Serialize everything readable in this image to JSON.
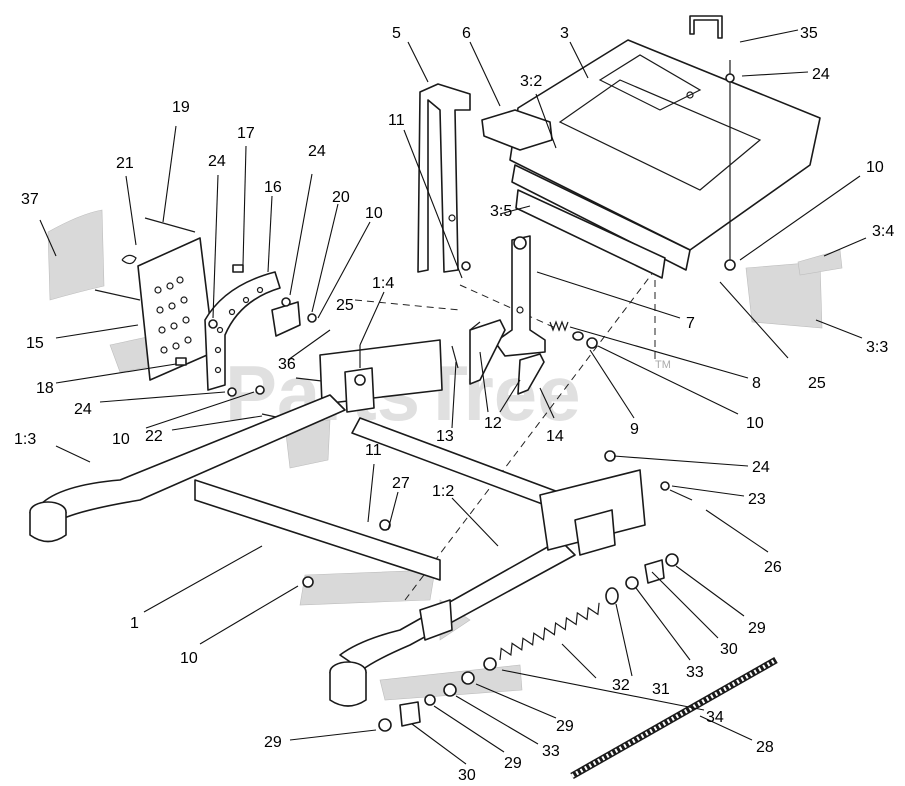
{
  "watermark": {
    "text": "PartsTree",
    "mark": "TM"
  },
  "callouts": [
    {
      "id": "c-5",
      "text": "5"
    },
    {
      "id": "c-6",
      "text": "6"
    },
    {
      "id": "c-3",
      "text": "3"
    },
    {
      "id": "c-35",
      "text": "35"
    },
    {
      "id": "c-24a",
      "text": "24"
    },
    {
      "id": "c-3-2",
      "text": "3:2"
    },
    {
      "id": "c-19",
      "text": "19"
    },
    {
      "id": "c-11a",
      "text": "11"
    },
    {
      "id": "c-17",
      "text": "17"
    },
    {
      "id": "c-21",
      "text": "21"
    },
    {
      "id": "c-24b",
      "text": "24"
    },
    {
      "id": "c-24c",
      "text": "24"
    },
    {
      "id": "c-16",
      "text": "16"
    },
    {
      "id": "c-10a",
      "text": "10"
    },
    {
      "id": "c-37",
      "text": "37"
    },
    {
      "id": "c-20",
      "text": "20"
    },
    {
      "id": "c-3-5",
      "text": "3:5"
    },
    {
      "id": "c-10b",
      "text": "10"
    },
    {
      "id": "c-3-4",
      "text": "3:4"
    },
    {
      "id": "c-1-4",
      "text": "1:4"
    },
    {
      "id": "c-25a",
      "text": "25"
    },
    {
      "id": "c-7",
      "text": "7"
    },
    {
      "id": "c-15",
      "text": "15"
    },
    {
      "id": "c-3-3",
      "text": "3:3"
    },
    {
      "id": "c-36",
      "text": "36"
    },
    {
      "id": "c-18",
      "text": "18"
    },
    {
      "id": "c-8",
      "text": "8"
    },
    {
      "id": "c-25b",
      "text": "25"
    },
    {
      "id": "c-24d",
      "text": "24"
    },
    {
      "id": "c-10c",
      "text": "10"
    },
    {
      "id": "c-10d",
      "text": "10"
    },
    {
      "id": "c-13",
      "text": "13"
    },
    {
      "id": "c-12",
      "text": "12"
    },
    {
      "id": "c-14",
      "text": "14"
    },
    {
      "id": "c-9",
      "text": "9"
    },
    {
      "id": "c-22",
      "text": "22"
    },
    {
      "id": "c-1-3",
      "text": "1:3"
    },
    {
      "id": "c-11b",
      "text": "11"
    },
    {
      "id": "c-24e",
      "text": "24"
    },
    {
      "id": "c-27",
      "text": "27"
    },
    {
      "id": "c-23",
      "text": "23"
    },
    {
      "id": "c-1-2",
      "text": "1:2"
    },
    {
      "id": "c-26",
      "text": "26"
    },
    {
      "id": "c-1",
      "text": "1"
    },
    {
      "id": "c-29a",
      "text": "29"
    },
    {
      "id": "c-30a",
      "text": "30"
    },
    {
      "id": "c-10e",
      "text": "10"
    },
    {
      "id": "c-33a",
      "text": "33"
    },
    {
      "id": "c-32",
      "text": "32"
    },
    {
      "id": "c-31",
      "text": "31"
    },
    {
      "id": "c-34",
      "text": "34"
    },
    {
      "id": "c-29b",
      "text": "29"
    },
    {
      "id": "c-28",
      "text": "28"
    },
    {
      "id": "c-29c",
      "text": "29"
    },
    {
      "id": "c-33b",
      "text": "33"
    },
    {
      "id": "c-29d",
      "text": "29"
    },
    {
      "id": "c-30b",
      "text": "30"
    }
  ]
}
